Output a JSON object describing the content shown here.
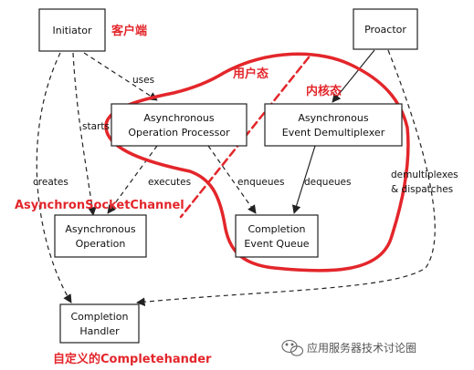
{
  "colors": {
    "annotation_red": "#e3262b",
    "line": "#222222",
    "watermark": "#666666"
  },
  "nodes": {
    "initiator": "Initiator",
    "proactor": "Proactor",
    "async_op_processor": [
      "Asynchronous",
      "Operation Processor"
    ],
    "async_event_demux": [
      "Asynchronous",
      "Event Demultiplexer"
    ],
    "async_operation": [
      "Asynchronous",
      "Operation"
    ],
    "completion_event_queue": [
      "Completion",
      "Event Queue"
    ],
    "completion_handler": [
      "Completion",
      "Handler"
    ]
  },
  "edges": {
    "uses": "uses",
    "starts": "starts",
    "creates": "creates",
    "executes": "executes",
    "enqueues": "enqueues",
    "dequeues": "dequeues",
    "demux_dispatch": [
      "demultiplexes",
      "& dispatches"
    ]
  },
  "annotations": {
    "client": "客户端",
    "user_mode": "用户态",
    "kernel_mode": "内核态",
    "socket_channel": "AsynchronSocketChannel",
    "custom_handler": "自定义的Completehander"
  },
  "watermark": {
    "icon": "wechat-icon",
    "text": "应用服务器技术讨论圈"
  }
}
